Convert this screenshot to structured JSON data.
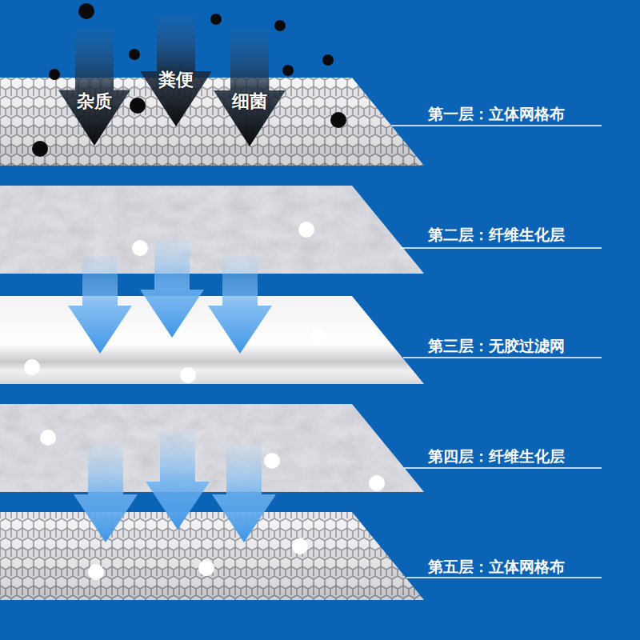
{
  "diagram": {
    "nodes": [
      {
        "text": [
          "杂质"
        ]
      },
      {
        "text": [
          "粪便"
        ]
      },
      {
        "text": [
          "细菌"
        ]
      }
    ],
    "labels": [
      "第一层：立体网格布",
      "第二层：纤维生化层",
      "第三层：无胶过滤网",
      "第四层：纤维生化层",
      "第五层：立体网格布"
    ]
  }
}
